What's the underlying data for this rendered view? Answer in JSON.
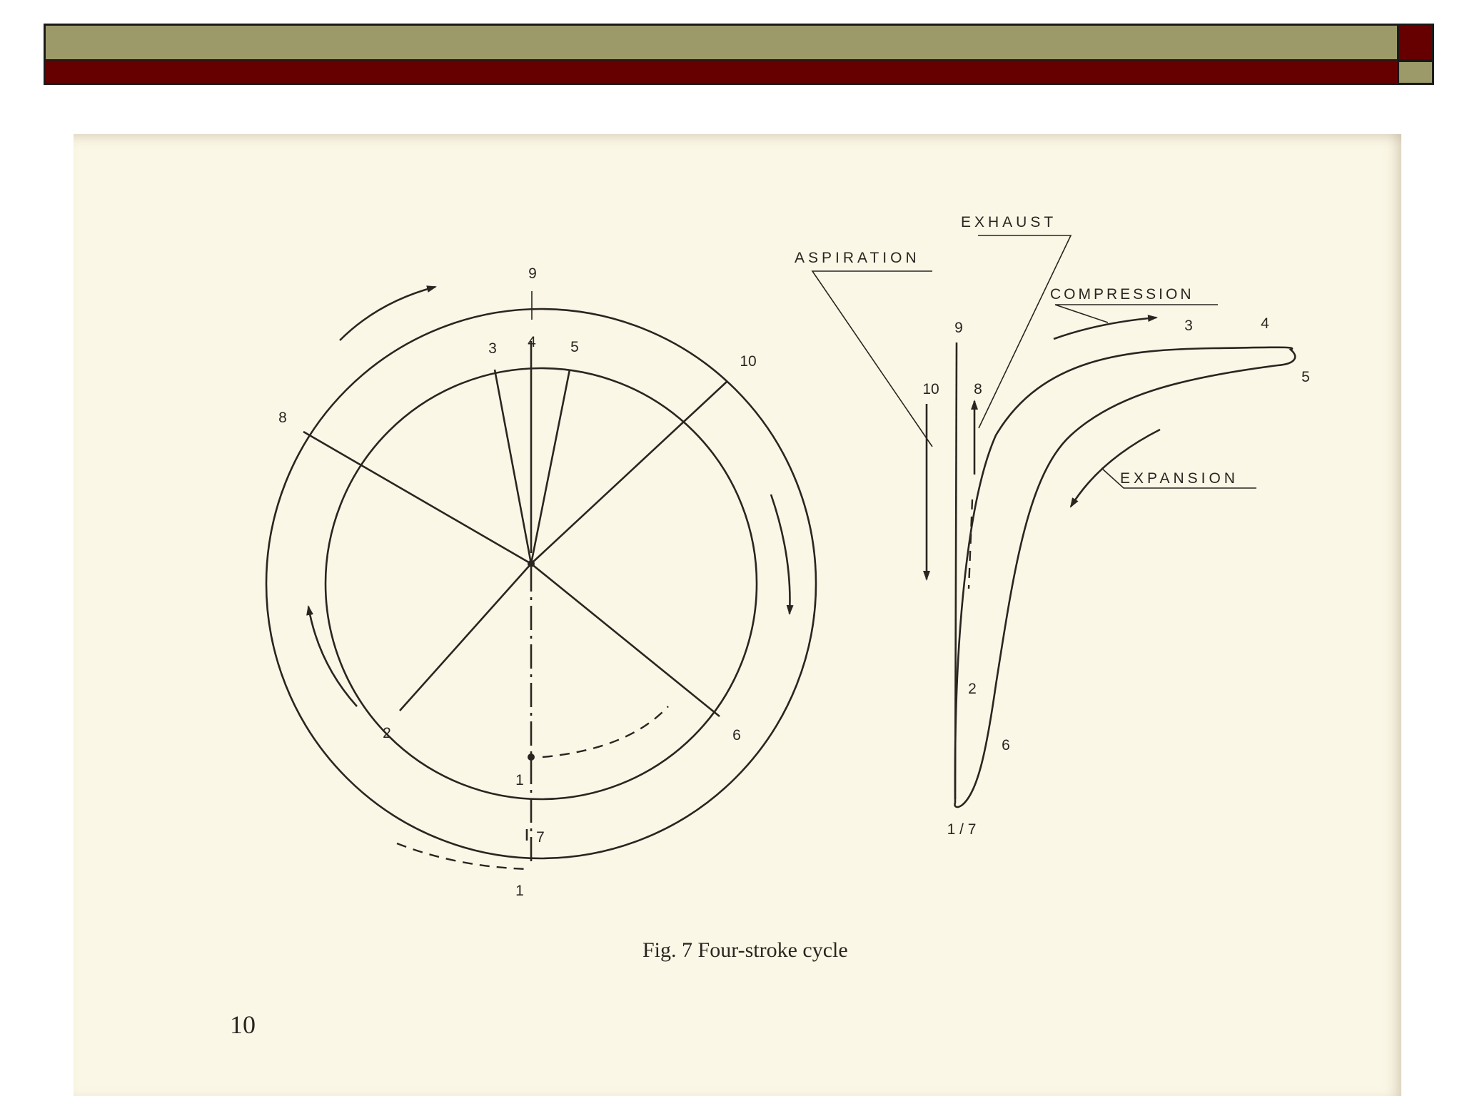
{
  "theme": {
    "header_olive": "#9c9a68",
    "header_red": "#660000",
    "paper": "#fbf7e6"
  },
  "diagram": {
    "circle_labels": {
      "top_9": "9",
      "top_4": "4",
      "top_3": "3",
      "top_5": "5",
      "right_10": "10",
      "left_8": "8",
      "lower_left_2": "2",
      "lower_right_6": "6",
      "inner_bottom_1": "1",
      "outer_bottom_7": "7",
      "outer_bottom_1": "1"
    },
    "stroke_labels": {
      "aspiration": "ASPIRATION",
      "exhaust": "EXHAUST",
      "compression": "COMPRESSION",
      "expansion": "EXPANSION"
    },
    "curve_labels": {
      "p9": "9",
      "p10": "10",
      "p8": "8",
      "p3": "3",
      "p4": "4",
      "p5": "5",
      "p2": "2",
      "p6": "6",
      "p17": "1 / 7"
    },
    "caption": "Fig. 7  Four-stroke cycle",
    "page_number": "10"
  }
}
